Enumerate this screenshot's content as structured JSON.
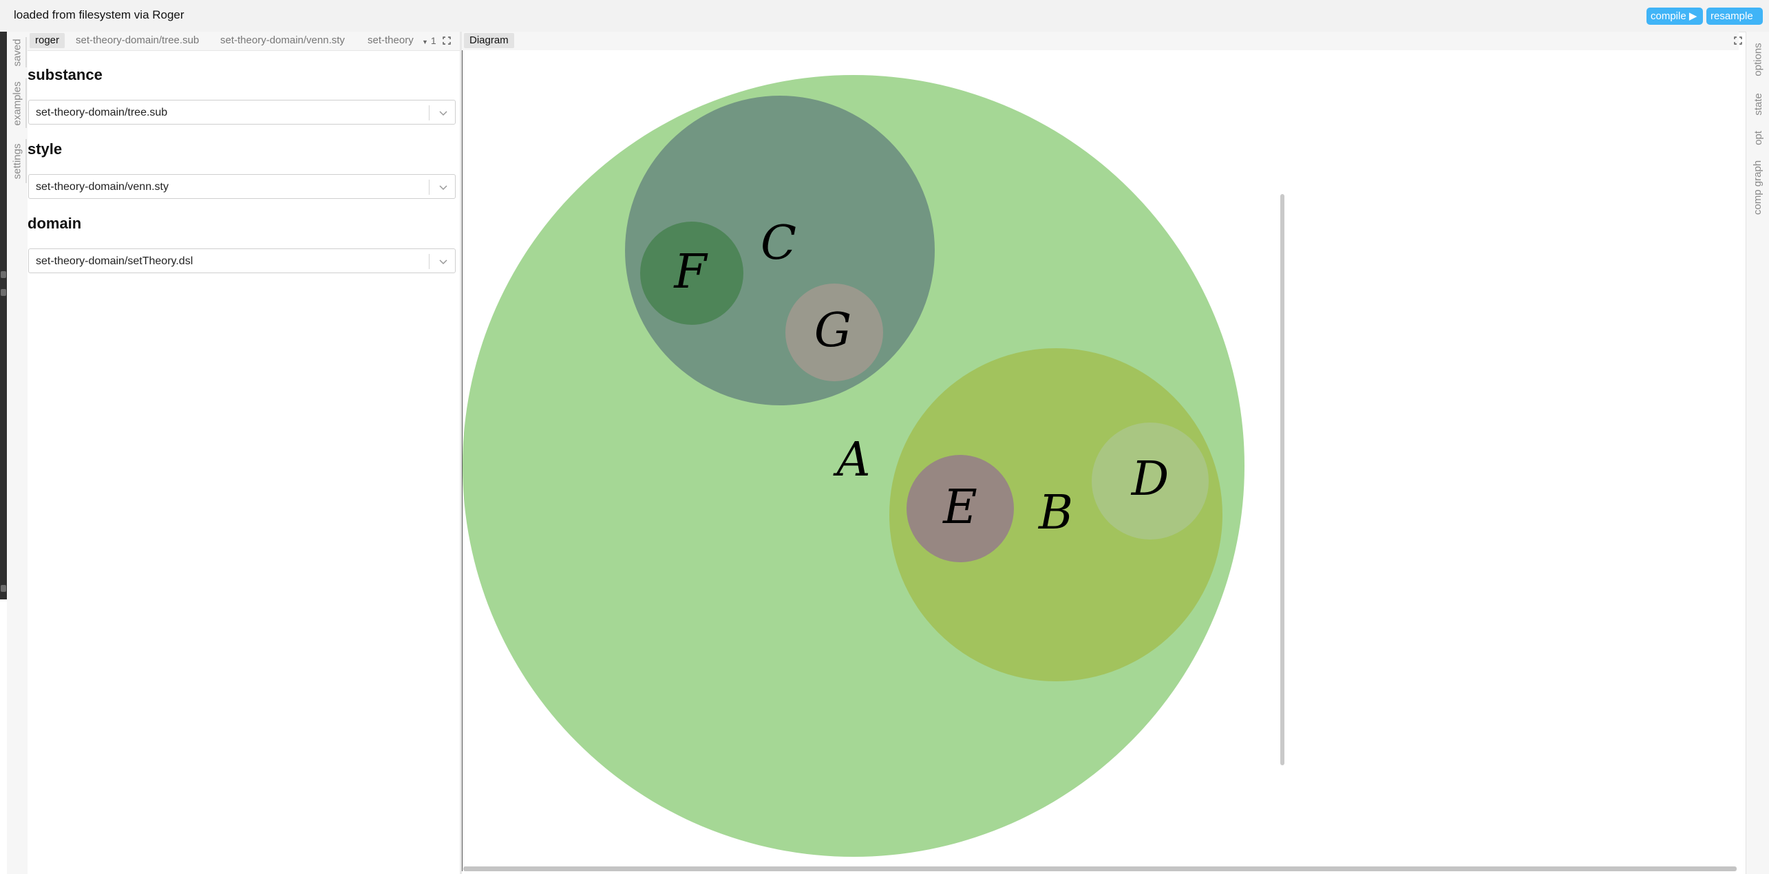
{
  "header": {
    "status_text": "loaded from filesystem via Roger",
    "compile_label": "compile ▶",
    "resample_label": "resample"
  },
  "left_rail": {
    "tabs": [
      "saved",
      "examples",
      "settings"
    ]
  },
  "editor": {
    "tabs": [
      "roger",
      "set-theory-domain/tree.sub",
      "set-theory-domain/venn.sty",
      "set-theory"
    ],
    "overflow_label": "1",
    "sections": [
      {
        "title": "substance",
        "value": "set-theory-domain/tree.sub"
      },
      {
        "title": "style",
        "value": "set-theory-domain/venn.sty"
      },
      {
        "title": "domain",
        "value": "set-theory-domain/setTheory.dsl"
      }
    ]
  },
  "diagram": {
    "tab_label": "Diagram",
    "sets": [
      {
        "name": "A",
        "color": "#a5d795"
      },
      {
        "name": "C",
        "color": "#729682"
      },
      {
        "name": "F",
        "color": "#4e8558"
      },
      {
        "name": "G",
        "color": "#9a998d"
      },
      {
        "name": "B",
        "color": "#a2c35d"
      },
      {
        "name": "E",
        "color": "#978782"
      },
      {
        "name": "D",
        "color": "#a9c682"
      }
    ]
  },
  "right_rail": {
    "tabs": [
      "options",
      "state",
      "opt",
      "comp graph"
    ]
  },
  "colors": {
    "accent": "#40b4f7",
    "toolbar_bg": "#f2f2f2"
  }
}
